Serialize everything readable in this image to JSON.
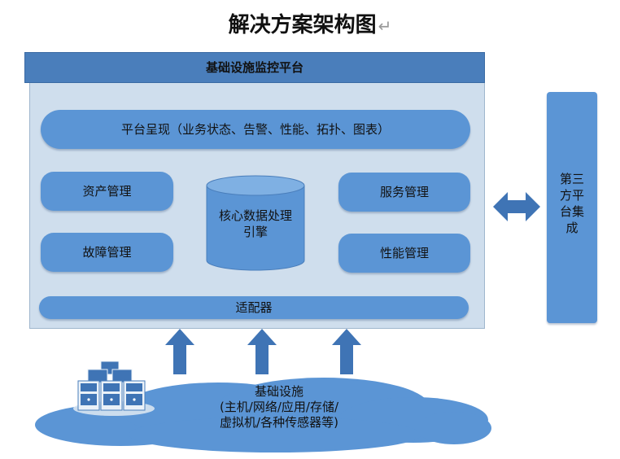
{
  "title": "解决方案架构图",
  "title_return_mark": "↵",
  "header": "基础设施监控平台",
  "platform": "平台呈现（业务状态、告警、性能、拓扑、图表）",
  "modules": {
    "asset": "资产管理",
    "fault": "故障管理",
    "service": "服务管理",
    "performance": "性能管理"
  },
  "engine": {
    "line1": "核心数据处理",
    "line2": "引擎"
  },
  "adapter": "适配器",
  "third_party": "第三方平台集成",
  "infrastructure": {
    "line1": "基础设施",
    "line2": "(主机/网络/应用/存储/",
    "line3": "虚拟机/各种传感器等)"
  },
  "colors": {
    "box_fill": "#5b95d5",
    "header_fill": "#4a7ebb",
    "panel_fill": "#cfdeed",
    "arrow_fill": "#3f74b5"
  }
}
